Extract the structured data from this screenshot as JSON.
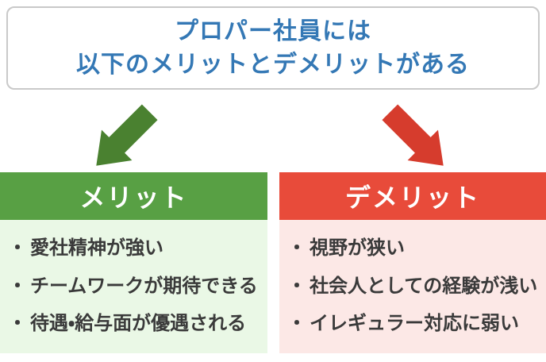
{
  "title": {
    "line1": "プロパー社員には",
    "line2": "以下のメリットとデメリットがある"
  },
  "panels": {
    "merit": {
      "heading": "メリット",
      "bullet": "・",
      "items": [
        "愛社精神が強い",
        "チームワークが期待できる",
        "待遇・給与面が優遇される"
      ]
    },
    "demerit": {
      "heading": "デメリット",
      "bullet": "・",
      "items": [
        "視野が狭い",
        "社会人としての経験が浅い",
        "イレギュラー対応に弱い"
      ]
    }
  },
  "icons": {
    "merit_arrow": "down-left-arrow",
    "demerit_arrow": "down-right-arrow"
  },
  "colors": {
    "title_text": "#3478b5",
    "title_border": "#c9c9c9",
    "merit_header": "#58a044",
    "merit_arrow": "#4a8130",
    "merit_body_bg": "#eaf8e6",
    "demerit_header": "#e84b3a",
    "demerit_arrow": "#d63c2d",
    "demerit_body_bg": "#fce8e6",
    "list_text": "#3a3a3a"
  }
}
